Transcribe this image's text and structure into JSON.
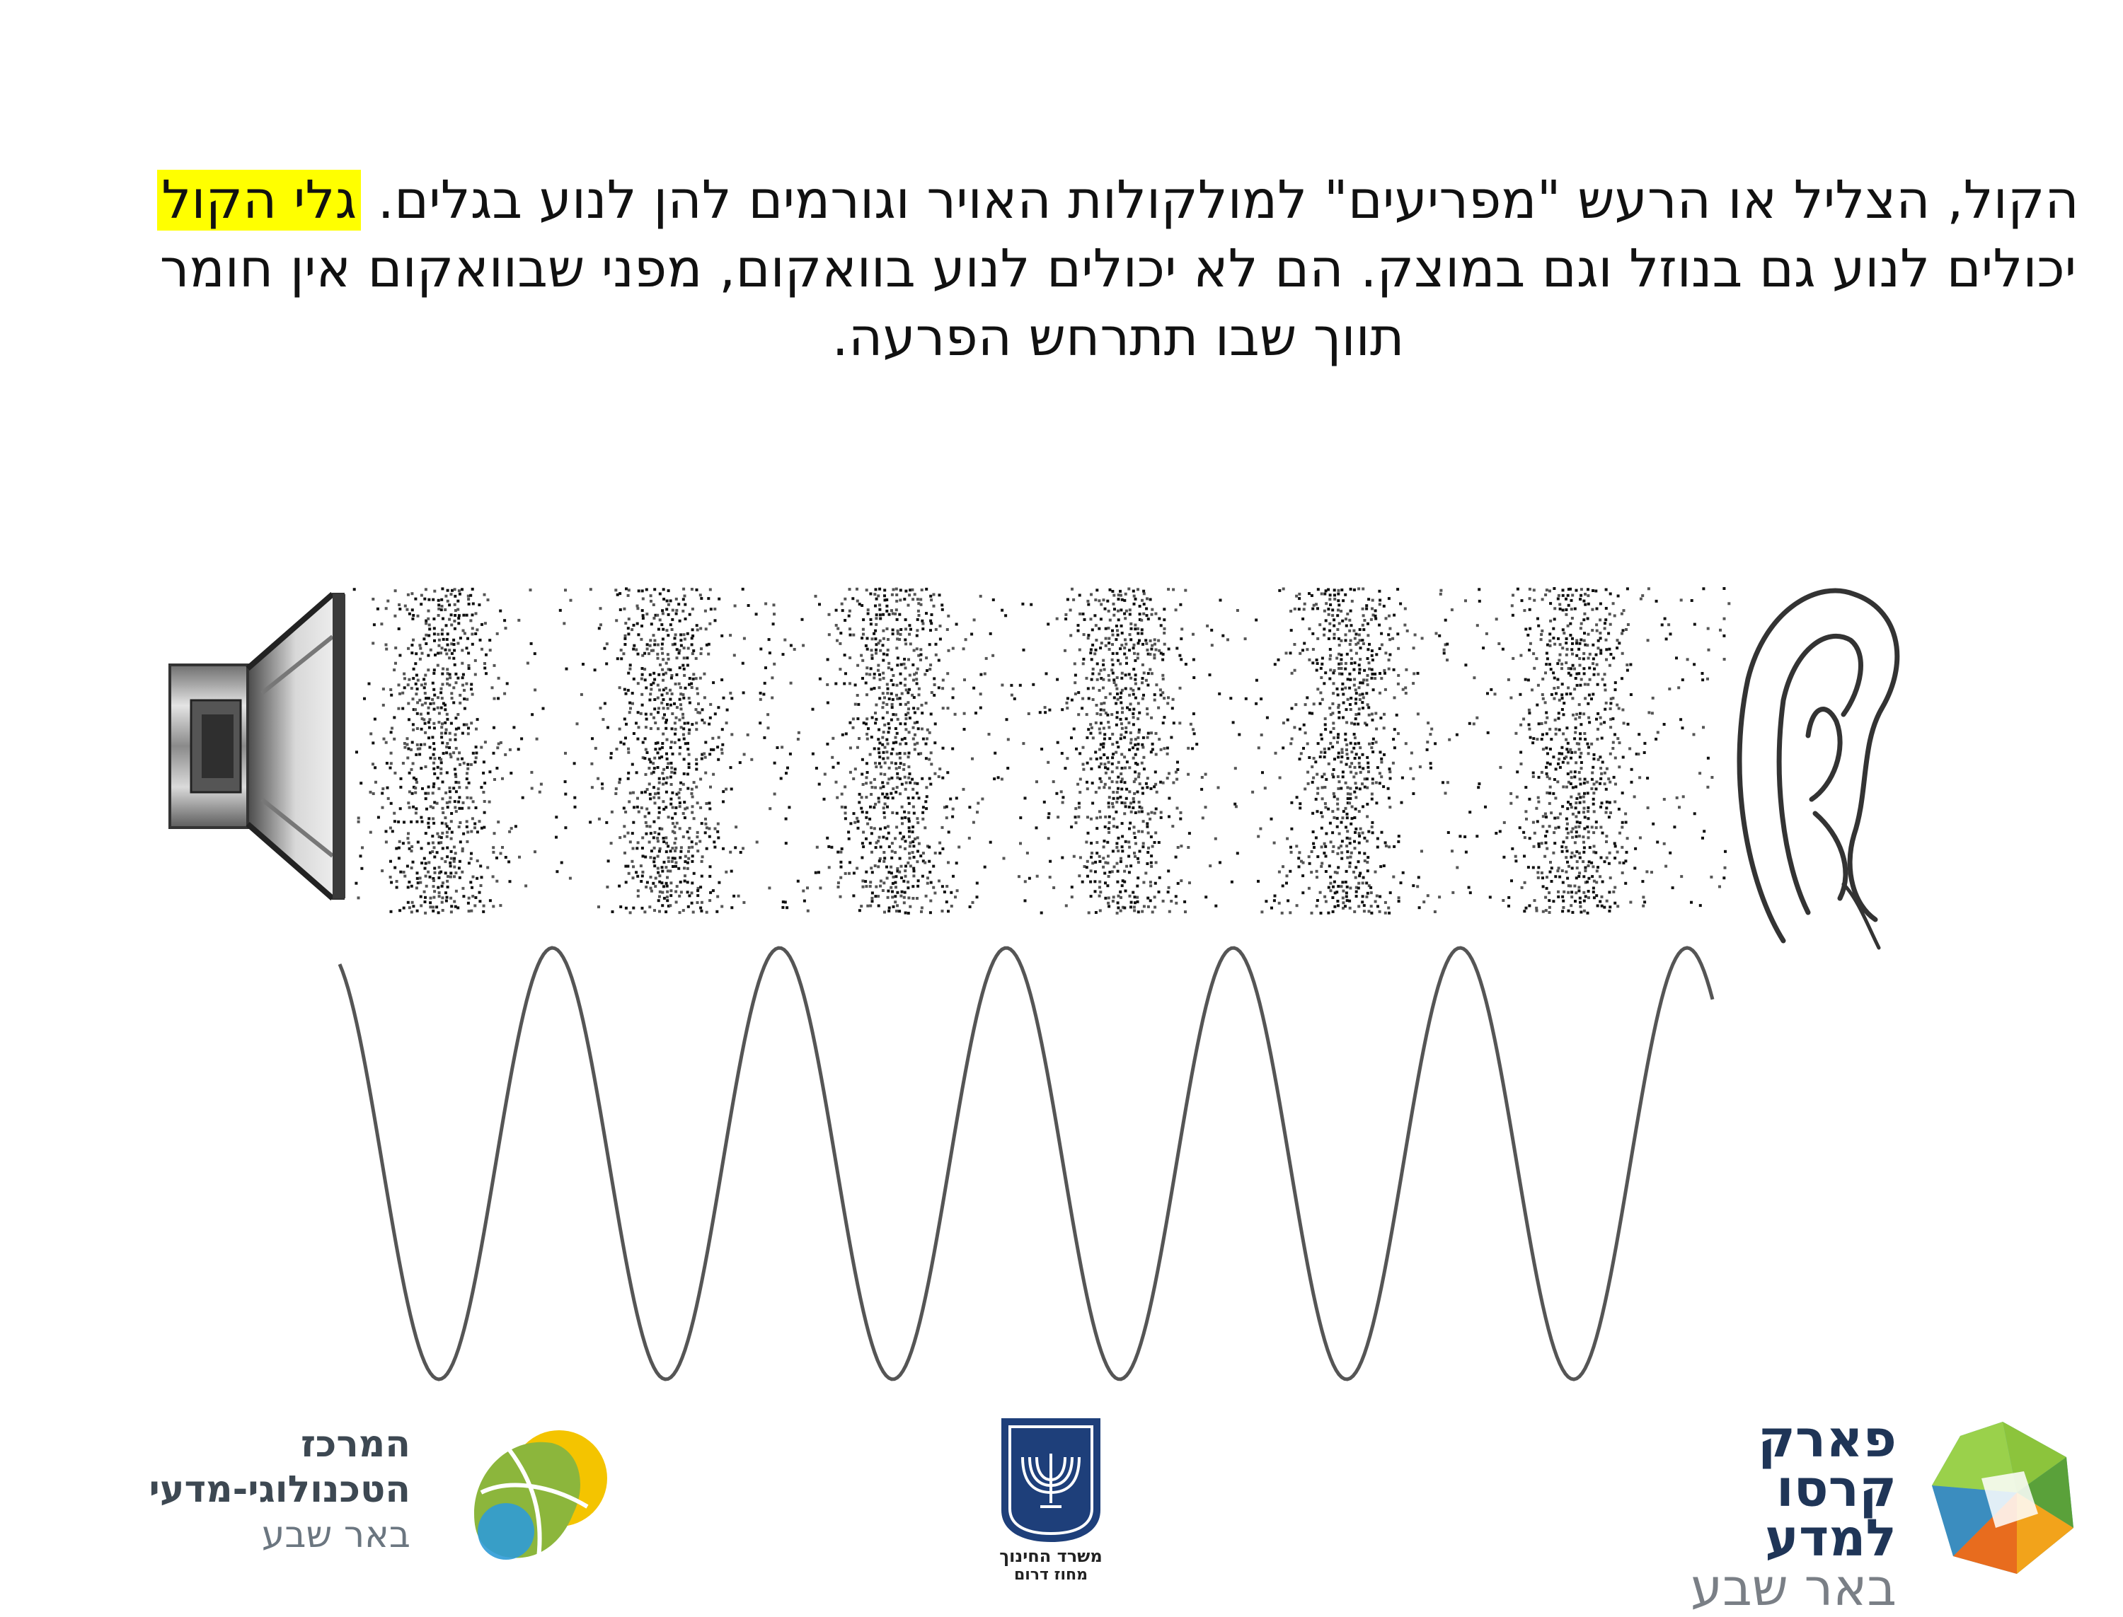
{
  "paragraph": {
    "part1": "הקול, הצליל או הרעש \"מפריעים\" למולקולות האויר וגורמים להן לנוע בגלים. ",
    "highlight": "גלי הקול",
    "part2": " יכולים לנוע גם בנוזל וגם במוצק.  הם לא יכולים לנוע בוואקום, מפני שבוואקום אין חומר תווך שבו תתרחש הפרעה."
  },
  "illustration": {
    "wave_count": 6,
    "highlight_color": "#ffff00"
  },
  "logos": {
    "left": {
      "line1": "המרכז",
      "line2": "הטכנולוגי-מדעי",
      "line3": "באר שבע"
    },
    "center": {
      "line1": "משרד החינוך",
      "line2": "מחוז דרום"
    },
    "right": {
      "line1": "פארק",
      "line2": "קרסו למדע",
      "line3": "באר שבע"
    }
  }
}
